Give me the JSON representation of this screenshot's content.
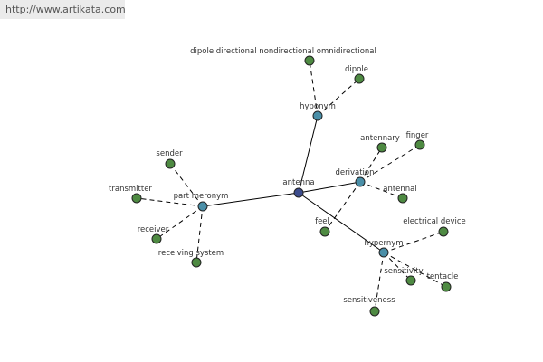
{
  "url_banner": "http://www.artikata.com",
  "graph": {
    "center": {
      "id": "antenna",
      "label": "antenna"
    },
    "relations": [
      {
        "id": "hyponym",
        "label": "hyponym"
      },
      {
        "id": "derivation",
        "label": "derivation"
      },
      {
        "id": "hypernym",
        "label": "hypernym"
      },
      {
        "id": "part-meronym",
        "label": "part meronym"
      }
    ],
    "leaves": [
      {
        "id": "dipole-directional",
        "label": "dipole directional nondirectional omnidirectional",
        "relation": "hyponym"
      },
      {
        "id": "dipole",
        "label": "dipole",
        "relation": "hyponym"
      },
      {
        "id": "antennary",
        "label": "antennary",
        "relation": "derivation"
      },
      {
        "id": "finger",
        "label": "finger",
        "relation": "derivation"
      },
      {
        "id": "antennal",
        "label": "antennal",
        "relation": "derivation"
      },
      {
        "id": "feel",
        "label": "feel",
        "relation": "derivation"
      },
      {
        "id": "electrical-device",
        "label": "electrical device",
        "relation": "hypernym"
      },
      {
        "id": "sensitivity",
        "label": "sensitivity",
        "relation": "hypernym"
      },
      {
        "id": "tentacle",
        "label": "tentacle",
        "relation": "hypernym"
      },
      {
        "id": "sensitiveness",
        "label": "sensitiveness",
        "relation": "hypernym"
      },
      {
        "id": "sender",
        "label": "sender",
        "relation": "part-meronym"
      },
      {
        "id": "transmitter",
        "label": "transmitter",
        "relation": "part-meronym"
      },
      {
        "id": "receiver",
        "label": "receiver",
        "relation": "part-meronym"
      },
      {
        "id": "receiving-system",
        "label": "receiving system",
        "relation": "part-meronym"
      }
    ]
  }
}
